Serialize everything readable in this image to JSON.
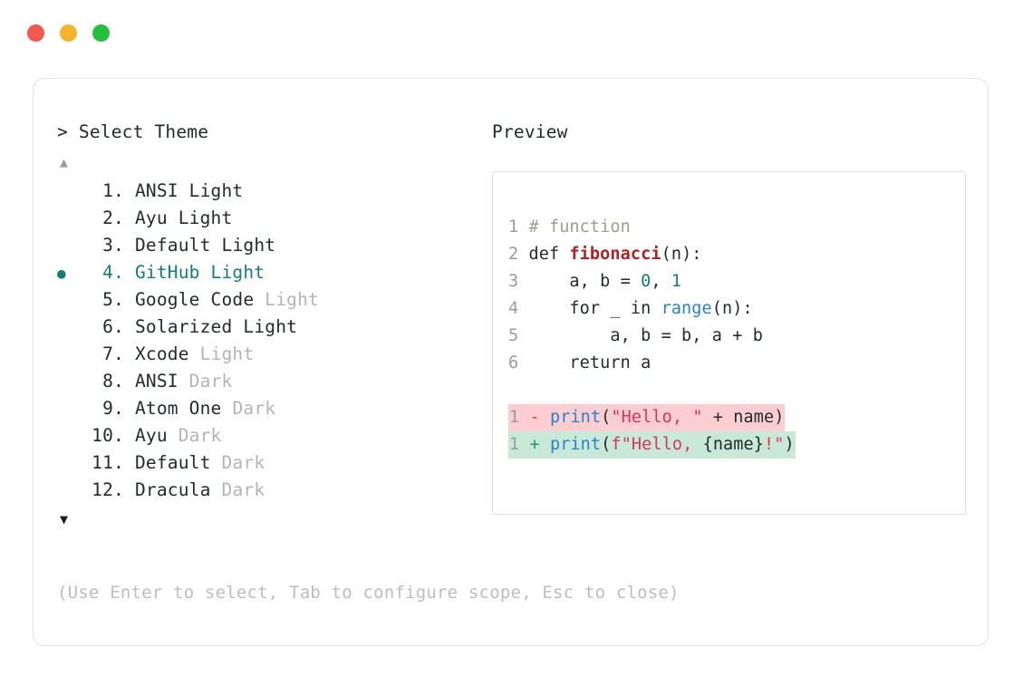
{
  "window": {
    "traffic_lights": [
      {
        "name": "close",
        "color": "#f2584f"
      },
      {
        "name": "minimize",
        "color": "#f5b428"
      },
      {
        "name": "maximize",
        "color": "#23c03e"
      }
    ]
  },
  "colors": {
    "accent_teal": "#127e77",
    "card_border": "#e3e3e3",
    "panel_border": "#e1e1e1",
    "text": "#24292e",
    "dim_text": "#b4b4b4",
    "hint_text": "#bdbdbd",
    "line_number": "#9b9b9b",
    "diff_del_bg": "#fbcfd2",
    "diff_add_bg": "#c9e9d8",
    "diff_del_sign": "#d73a49",
    "diff_add_sign": "#169a6e",
    "syntax_comment": "#9aa08c",
    "syntax_function": "#b22222",
    "syntax_number": "#107d77",
    "syntax_builtin": "#2882c8",
    "syntax_string": "#e0315b"
  },
  "prompt": {
    "marker": ">",
    "title": "Select Theme"
  },
  "scroll": {
    "up_arrow": "▲",
    "down_arrow": "▼"
  },
  "themes": {
    "selected_index": 4,
    "selected_bullet": "●",
    "items": [
      {
        "index": "1.",
        "name": "ANSI",
        "tag": "Light",
        "tag_dim": false,
        "selected": false
      },
      {
        "index": "2.",
        "name": "Ayu",
        "tag": "Light",
        "tag_dim": false,
        "selected": false
      },
      {
        "index": "3.",
        "name": "Default",
        "tag": "Light",
        "tag_dim": false,
        "selected": false
      },
      {
        "index": "4.",
        "name": "GitHub",
        "tag": "Light",
        "tag_dim": false,
        "selected": true
      },
      {
        "index": "5.",
        "name": "Google Code",
        "tag": "Light",
        "tag_dim": true,
        "selected": false
      },
      {
        "index": "6.",
        "name": "Solarized",
        "tag": "Light",
        "tag_dim": false,
        "selected": false
      },
      {
        "index": "7.",
        "name": "Xcode",
        "tag": "Light",
        "tag_dim": true,
        "selected": false
      },
      {
        "index": "8.",
        "name": "ANSI",
        "tag": "Dark",
        "tag_dim": true,
        "selected": false
      },
      {
        "index": "9.",
        "name": "Atom One",
        "tag": "Dark",
        "tag_dim": true,
        "selected": false
      },
      {
        "index": "10.",
        "name": "Ayu",
        "tag": "Dark",
        "tag_dim": true,
        "selected": false
      },
      {
        "index": "11.",
        "name": "Default",
        "tag": "Dark",
        "tag_dim": true,
        "selected": false
      },
      {
        "index": "12.",
        "name": "Dracula",
        "tag": "Dark",
        "tag_dim": true,
        "selected": false
      }
    ]
  },
  "preview": {
    "label": "Preview",
    "code_lines": [
      {
        "n": "1",
        "tokens": [
          {
            "t": "# function",
            "c": "t-com"
          }
        ]
      },
      {
        "n": "2",
        "tokens": [
          {
            "t": "def ",
            "c": "t-kw"
          },
          {
            "t": "fibonacci",
            "c": "t-fn"
          },
          {
            "t": "(n):",
            "c": "t-punc"
          }
        ]
      },
      {
        "n": "3",
        "tokens": [
          {
            "t": "    a, b = ",
            "c": "t-plain"
          },
          {
            "t": "0",
            "c": "t-num"
          },
          {
            "t": ", ",
            "c": "t-plain"
          },
          {
            "t": "1",
            "c": "t-num"
          }
        ]
      },
      {
        "n": "4",
        "tokens": [
          {
            "t": "    for _ in ",
            "c": "t-plain"
          },
          {
            "t": "range",
            "c": "t-bif"
          },
          {
            "t": "(n):",
            "c": "t-punc"
          }
        ]
      },
      {
        "n": "5",
        "tokens": [
          {
            "t": "        a, b = b, a + b",
            "c": "t-plain"
          }
        ]
      },
      {
        "n": "6",
        "tokens": [
          {
            "t": "    return a",
            "c": "t-plain"
          }
        ]
      }
    ],
    "diff_lines": [
      {
        "n": "1",
        "kind": "del",
        "sign": "-",
        "tokens": [
          {
            "t": "print",
            "c": "t-call"
          },
          {
            "t": "(",
            "c": "t-punc"
          },
          {
            "t": "\"Hello, \"",
            "c": "t-str"
          },
          {
            "t": " + name)",
            "c": "t-plain"
          }
        ]
      },
      {
        "n": "1",
        "kind": "add",
        "sign": "+",
        "tokens": [
          {
            "t": "print",
            "c": "t-call"
          },
          {
            "t": "(",
            "c": "t-punc"
          },
          {
            "t": "f\"Hello, ",
            "c": "t-str"
          },
          {
            "t": "{name}",
            "c": "t-plain"
          },
          {
            "t": "!\"",
            "c": "t-str"
          },
          {
            "t": ")",
            "c": "t-punc"
          }
        ]
      }
    ]
  },
  "footer": {
    "hint": "(Use Enter to select, Tab to configure scope, Esc to close)"
  }
}
